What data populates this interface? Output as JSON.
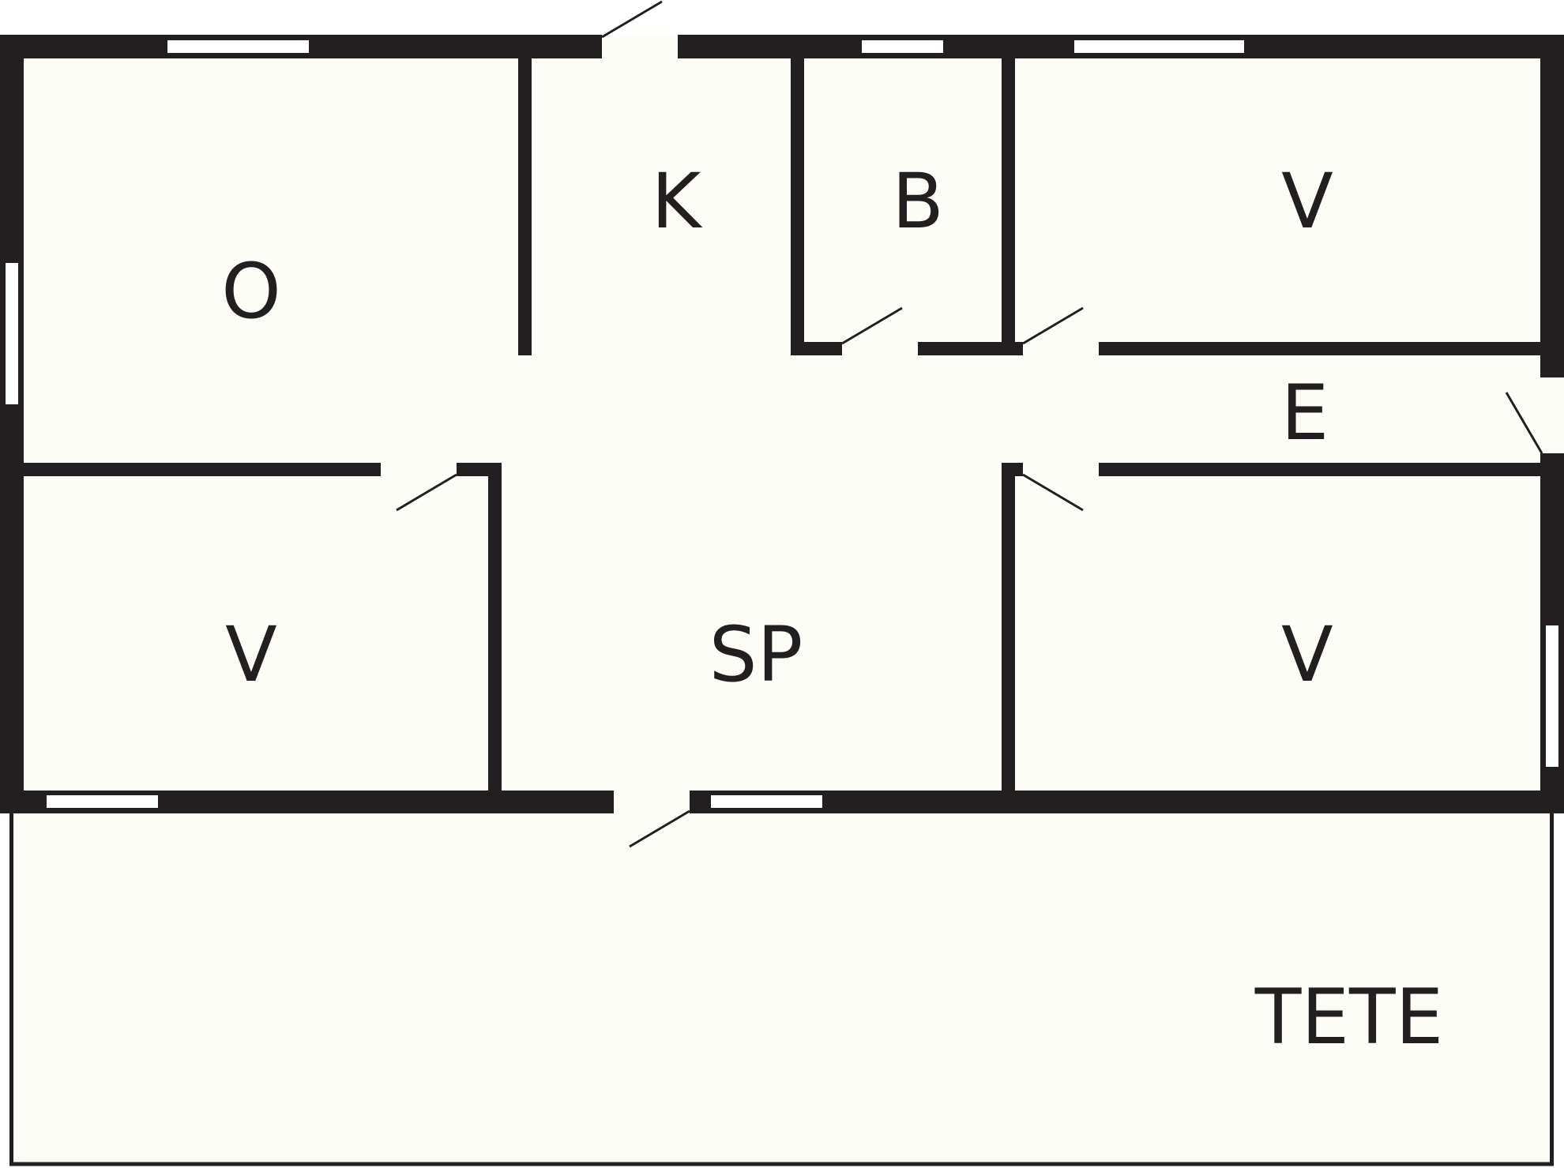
{
  "colors": {
    "wall": "#231f20",
    "floor": "#fcfdf7",
    "background": "#ffffff",
    "window": "#ffffff"
  },
  "rooms": [
    {
      "key": "olohuone",
      "label": "O"
    },
    {
      "key": "keittio",
      "label": "K"
    },
    {
      "key": "kylpyhuone",
      "label": "B"
    },
    {
      "key": "vaatehuone_1",
      "label": "V"
    },
    {
      "key": "eteinen",
      "label": "E"
    },
    {
      "key": "vaatehuone_2",
      "label": "V"
    },
    {
      "key": "sisapiha",
      "label": "SP"
    },
    {
      "key": "vaatehuone_3",
      "label": "V"
    },
    {
      "key": "terassi",
      "label": "TETE"
    }
  ]
}
